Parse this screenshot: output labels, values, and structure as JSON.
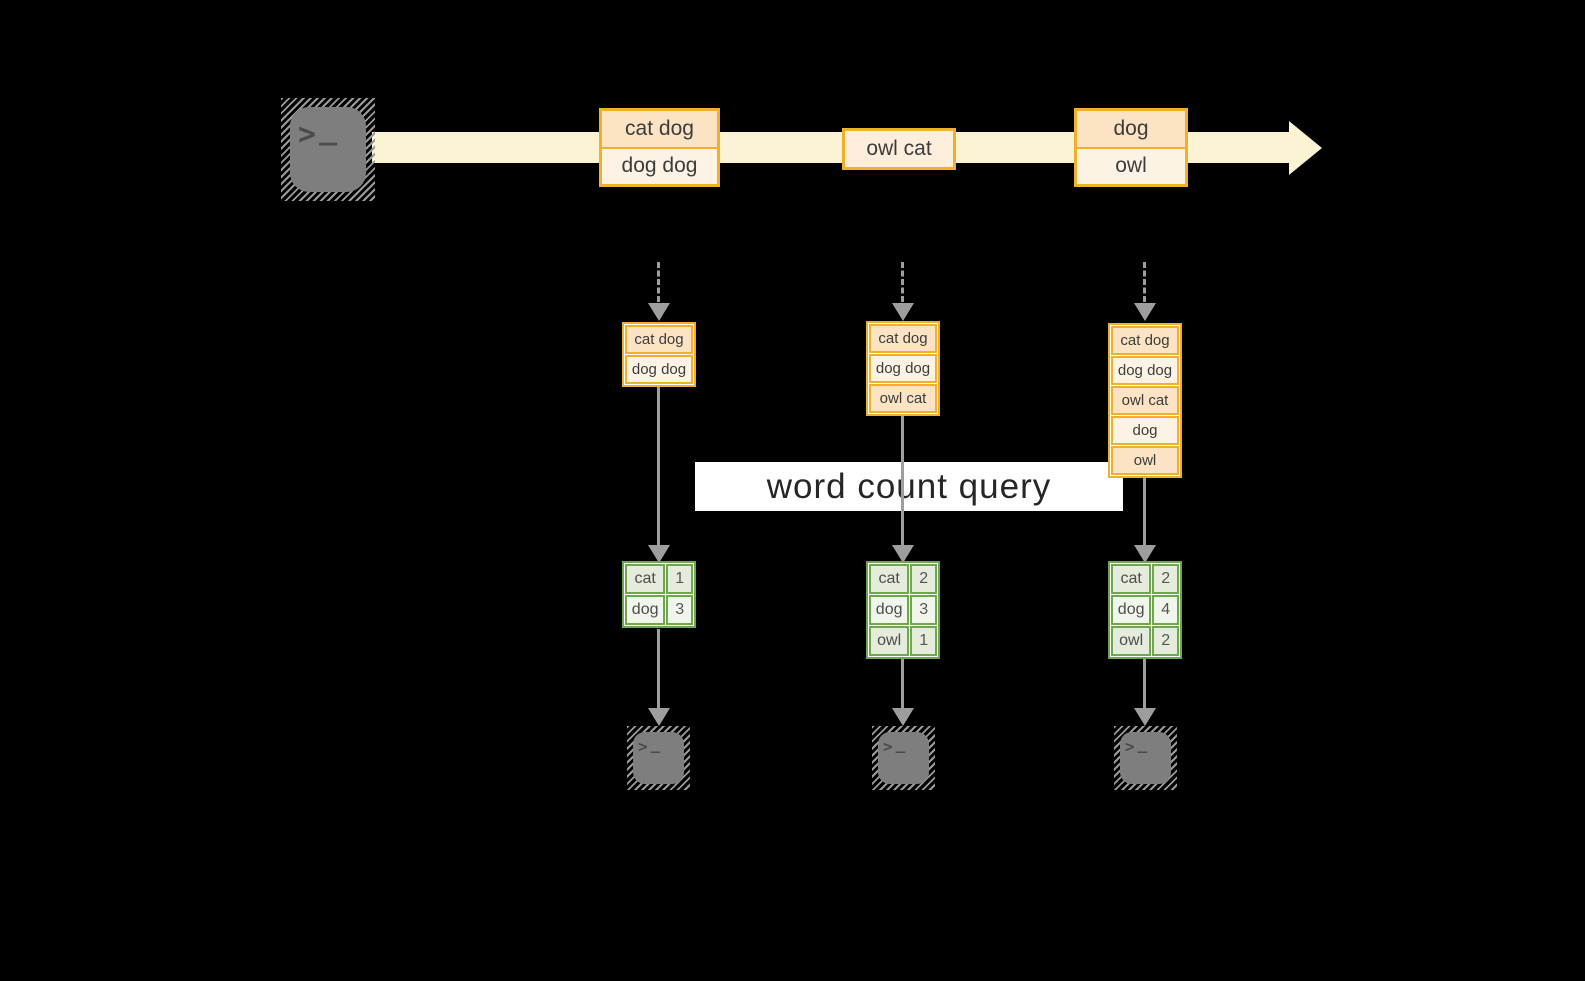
{
  "colors": {
    "background": "#000000",
    "stream_band": "#FCF3D4",
    "box_border": "#F0B02A",
    "cell_dark": "#FBE3C3",
    "cell_mid": "#FCEEDB",
    "cell_light": "#FDF3E4",
    "table_border": "#6FA84C",
    "table_row_dark": "#E5ECDC",
    "table_row_light": "#F1F6EC",
    "arrow_gray": "#9E9E9E",
    "terminal_gray": "#7E7E7E",
    "query_band_bg": "#FFFFFF",
    "text_dark": "#3C3C3C"
  },
  "terminal": {
    "prompt": ">",
    "cursor": "_"
  },
  "stream": {
    "batches": [
      {
        "lines": [
          "cat dog",
          "dog dog"
        ]
      },
      {
        "lines": [
          "owl cat"
        ]
      },
      {
        "lines": [
          "dog",
          "owl"
        ]
      }
    ]
  },
  "buffers": [
    {
      "lines": [
        "cat dog",
        "dog dog"
      ]
    },
    {
      "lines": [
        "cat dog",
        "dog dog",
        "owl cat"
      ]
    },
    {
      "lines": [
        "cat dog",
        "dog dog",
        "owl cat",
        "dog",
        "owl"
      ]
    }
  ],
  "query": {
    "label": "word count query"
  },
  "results": [
    {
      "rows": [
        [
          "cat",
          "1"
        ],
        [
          "dog",
          "3"
        ]
      ]
    },
    {
      "rows": [
        [
          "cat",
          "2"
        ],
        [
          "dog",
          "3"
        ],
        [
          "owl",
          "1"
        ]
      ]
    },
    {
      "rows": [
        [
          "cat",
          "2"
        ],
        [
          "dog",
          "4"
        ],
        [
          "owl",
          "2"
        ]
      ]
    }
  ]
}
